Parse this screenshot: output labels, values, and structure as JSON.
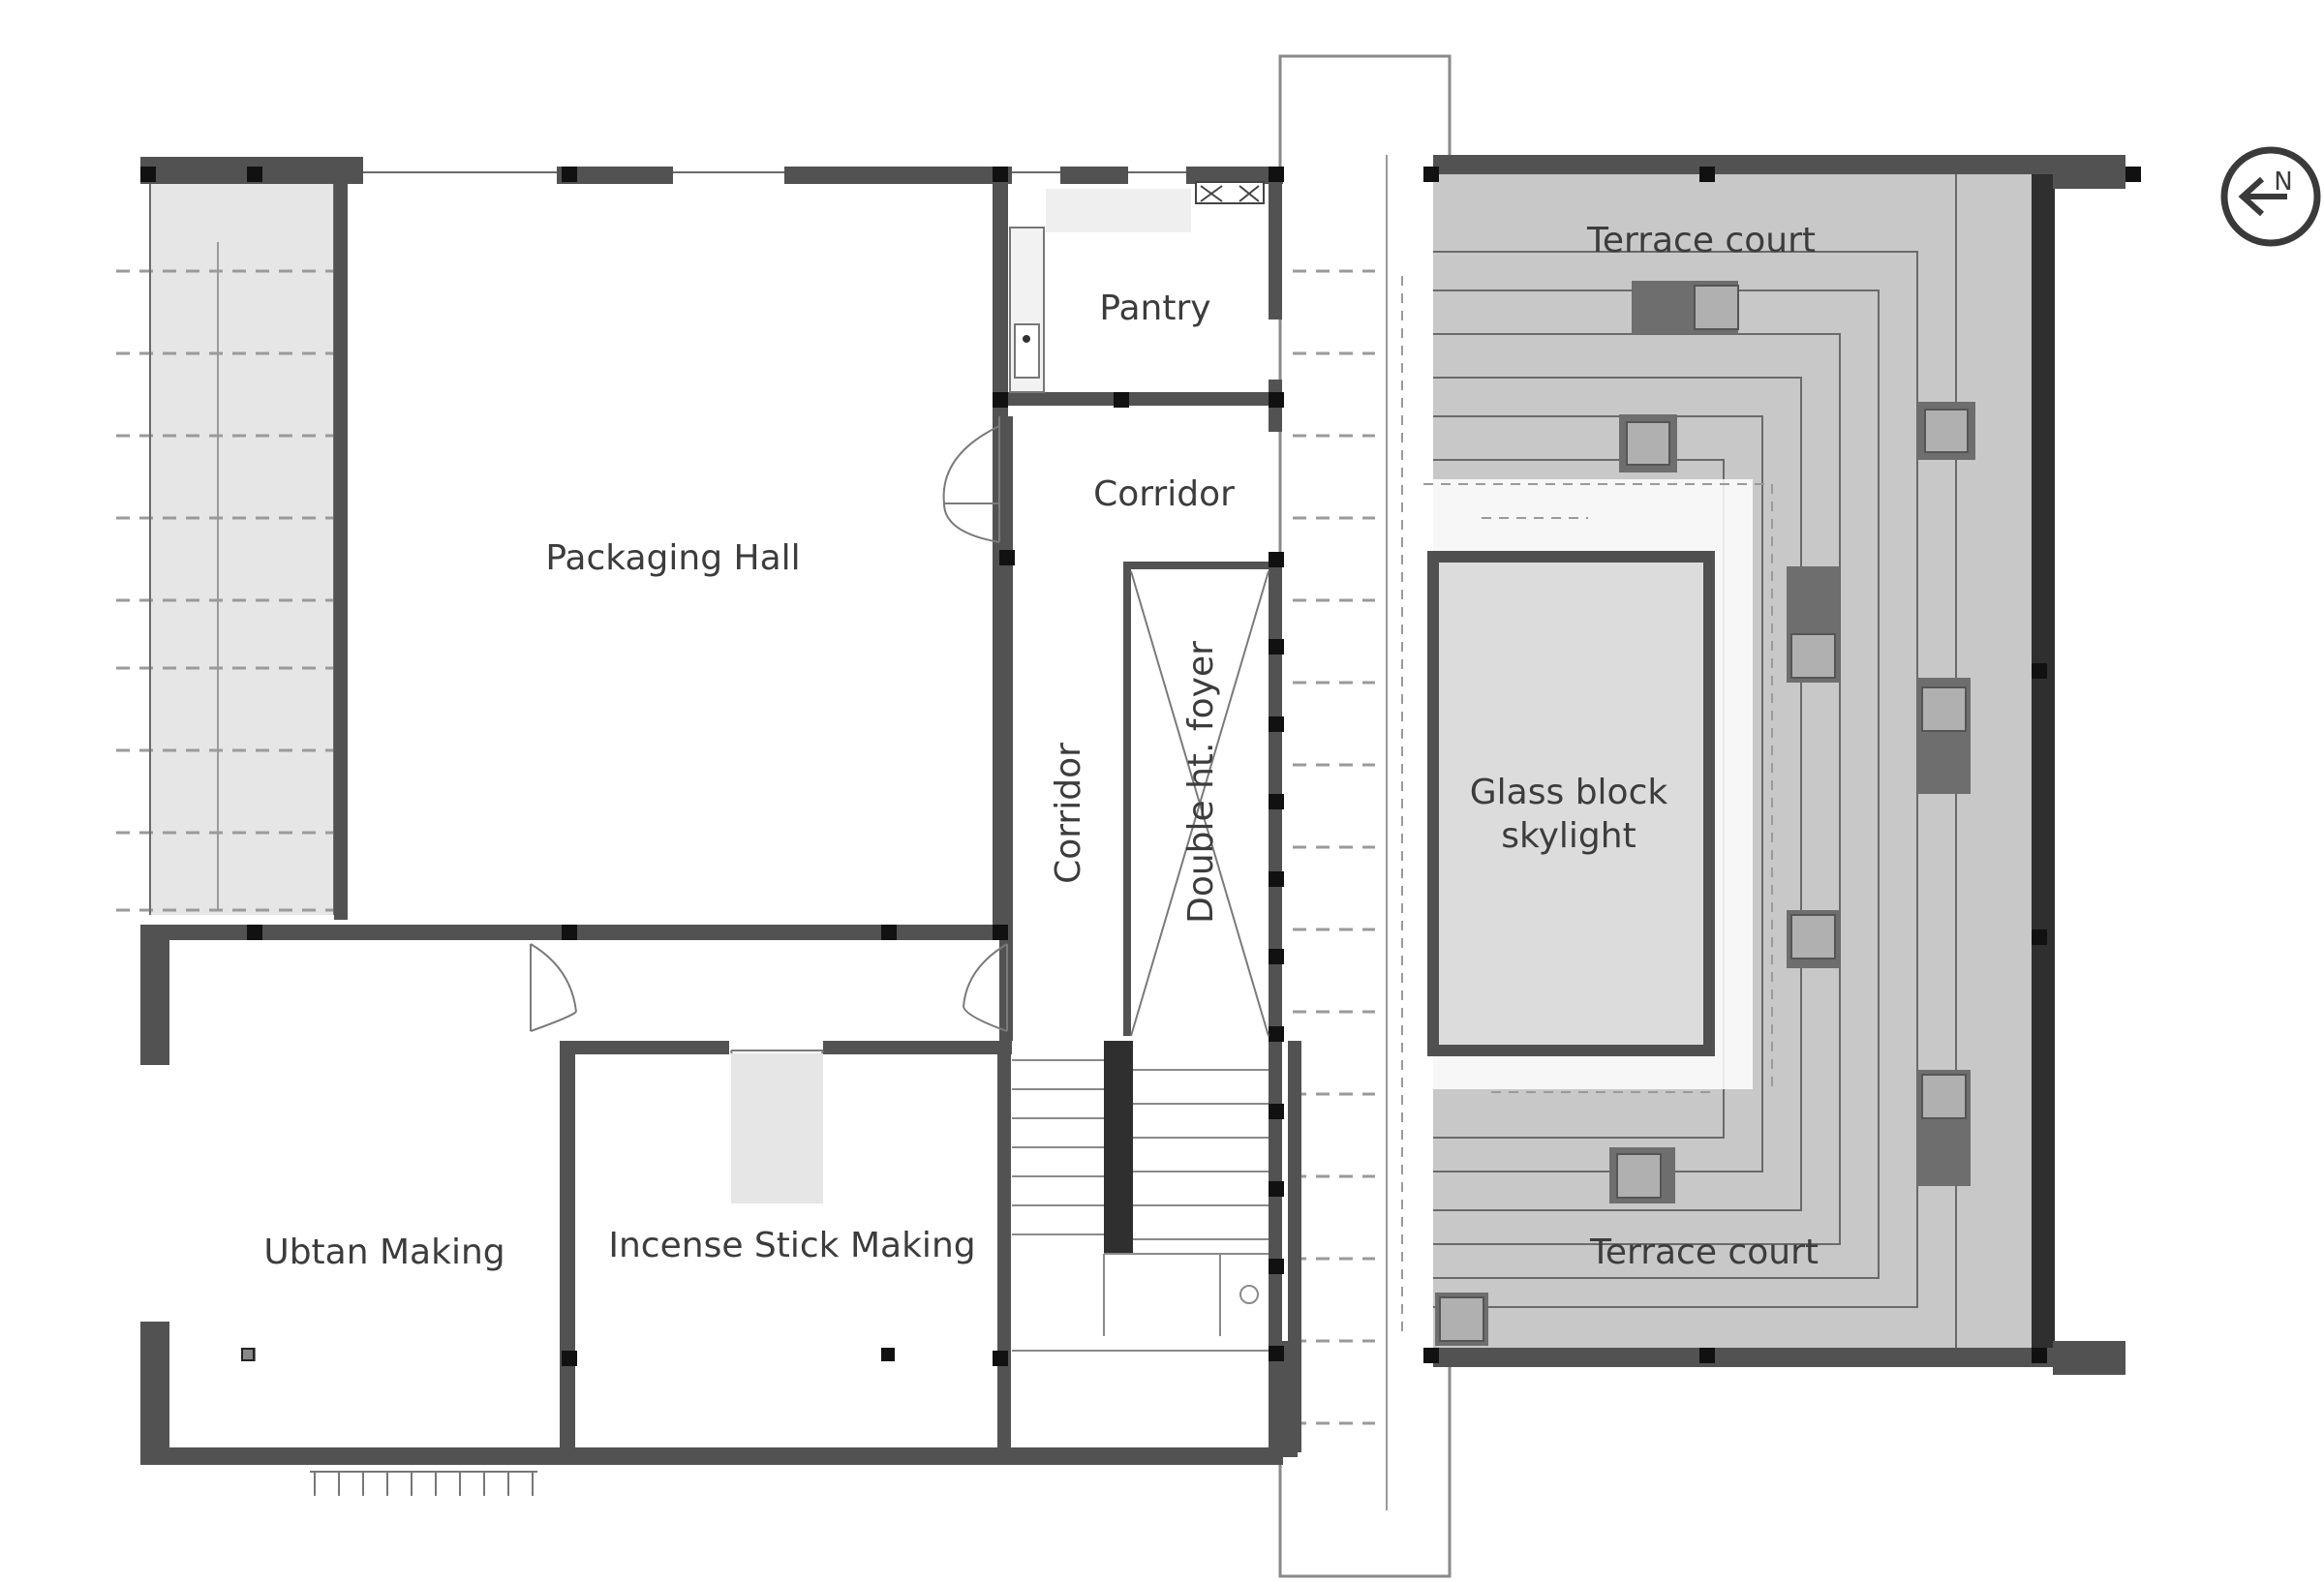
{
  "rooms": {
    "packaging_hall": "Packaging Hall",
    "pantry": "Pantry",
    "corridor_upper": "Corridor",
    "corridor_vertical": "Corridor",
    "double_ht_foyer": "Double ht. foyer",
    "glass_block_skylight_line1": "Glass block",
    "glass_block_skylight_line2": "skylight",
    "terrace_court_north": "Terrace court",
    "terrace_court_south": "Terrace court",
    "ubtan_making": "Ubtan Making",
    "incense_stick_making": "Incense Stick Making"
  },
  "north_arrow": {
    "letter": "N",
    "icon": "north-arrow-icon"
  },
  "colors": {
    "wall": "#525252",
    "column": "#111111",
    "terrace_floor": "#c8c8c8",
    "skylight_fill": "#dcdcdc",
    "veranda_fill": "#e6e6e6",
    "planter": "#6e6e6e"
  }
}
